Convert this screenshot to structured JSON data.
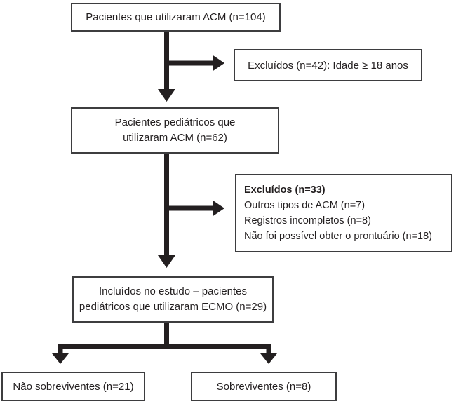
{
  "diagram": {
    "type": "flowchart",
    "colors": {
      "background": "#ffffff",
      "box_border": "#3d3d3f",
      "arrow": "#231f20",
      "text": "#231f20"
    },
    "nodes": {
      "patients_acm": {
        "text": "Pacientes que utilizaram ACM (n=104)"
      },
      "excluded_age": {
        "text": "Excluídos (n=42): Idade ≥ 18 anos"
      },
      "pediatric_acm": {
        "text": "Pacientes pediátricos que\nutilizaram ACM (n=62)"
      },
      "excluded_other": {
        "title": "Excluídos (n=33)",
        "items": [
          "Outros tipos de ACM (n=7)",
          "Registros incompletos (n=8)",
          "Não foi possível obter o prontuário (n=18)"
        ]
      },
      "included_ecmo": {
        "text": "Incluídos no estudo – pacientes\npediátricos que utilizaram ECMO (n=29)"
      },
      "non_survivors": {
        "text": "Não sobreviventes (n=21)"
      },
      "survivors": {
        "text": "Sobreviventes (n=8)"
      }
    }
  }
}
